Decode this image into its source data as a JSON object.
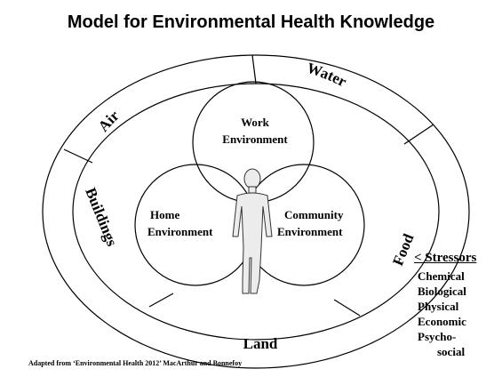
{
  "title": "Model for Environmental Health Knowledge",
  "ring_labels": {
    "air": "Air",
    "water": "Water",
    "food": "Food",
    "land": "Land",
    "buildings": "Buildings"
  },
  "circles": {
    "work_line1": "Work",
    "work_line2": "Environment",
    "home_line1": "Home",
    "home_line2": "Environment",
    "community_line1": "Community",
    "community_line2": "Environment"
  },
  "stressors": {
    "heading": "< Stressors",
    "items": [
      "Chemical",
      "Biological",
      "Physical",
      "Economic",
      "Psycho-",
      "social"
    ]
  },
  "footer": "Adapted from ‘Environmental Health 2012’ MacArthur and Bonnefoy"
}
